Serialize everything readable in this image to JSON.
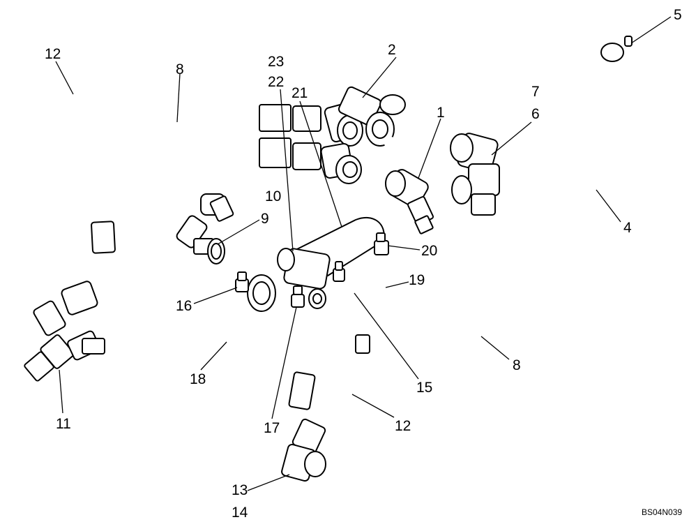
{
  "callouts": {
    "c1": "1",
    "c2": "2",
    "c4": "4",
    "c5": "5",
    "c6": "6",
    "c7": "7",
    "c8a": "8",
    "c8b": "8",
    "c9": "9",
    "c10": "10",
    "c11": "11",
    "c12a": "12",
    "c12b": "12",
    "c13": "13",
    "c14": "14",
    "c15": "15",
    "c16": "16",
    "c17": "17",
    "c18": "18",
    "c19": "19",
    "c20": "20",
    "c21": "21",
    "c22": "22",
    "c23": "23"
  },
  "figure_code": "BS04N039"
}
